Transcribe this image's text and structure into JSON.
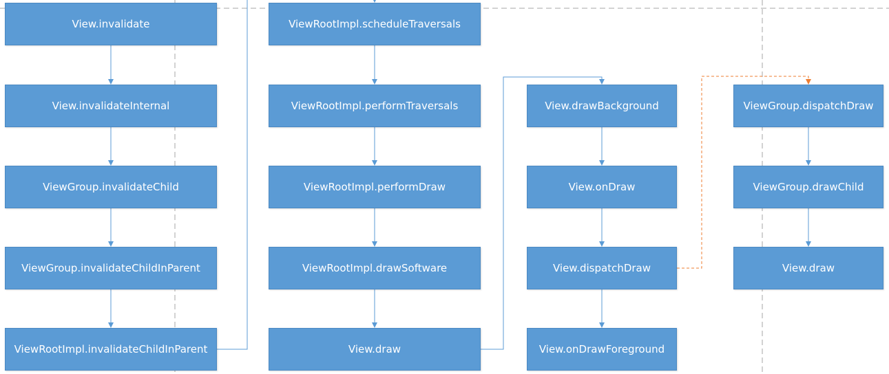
{
  "nodes": {
    "view_invalidate": "View.invalidate",
    "view_invalidate_internal": "View.invalidateInternal",
    "viewgroup_invalidate_child": "ViewGroup.invalidateChild",
    "viewgroup_invalidate_child_in_parent": "ViewGroup.invalidateChildInParent",
    "viewrootimpl_invalidate_child_in_parent": "ViewRootImpl.invalidateChildInParent",
    "viewrootimpl_schedule_traversals": "ViewRootImpl.scheduleTraversals",
    "viewrootimpl_perform_traversals": "ViewRootImpl.performTraversals",
    "viewrootimpl_perform_draw": "ViewRootImpl.performDraw",
    "viewrootimpl_draw_software": "ViewRootImpl.drawSoftware",
    "view_draw": "View.draw",
    "view_draw_background": "View.drawBackground",
    "view_on_draw": "View.onDraw",
    "view_dispatch_draw": "View.dispatchDraw",
    "view_on_draw_foreground": "View.onDrawForeground",
    "viewgroup_dispatch_draw": "ViewGroup.dispatchDraw",
    "viewgroup_draw_child": "ViewGroup.drawChild",
    "view_draw_2": "View.draw"
  },
  "colors": {
    "box_fill": "#5b9bd5",
    "box_text": "#ffffff",
    "connector": "#5b9bd5",
    "dashed_connector": "#ed7d31",
    "guide_lines": "#a6a6a6"
  }
}
